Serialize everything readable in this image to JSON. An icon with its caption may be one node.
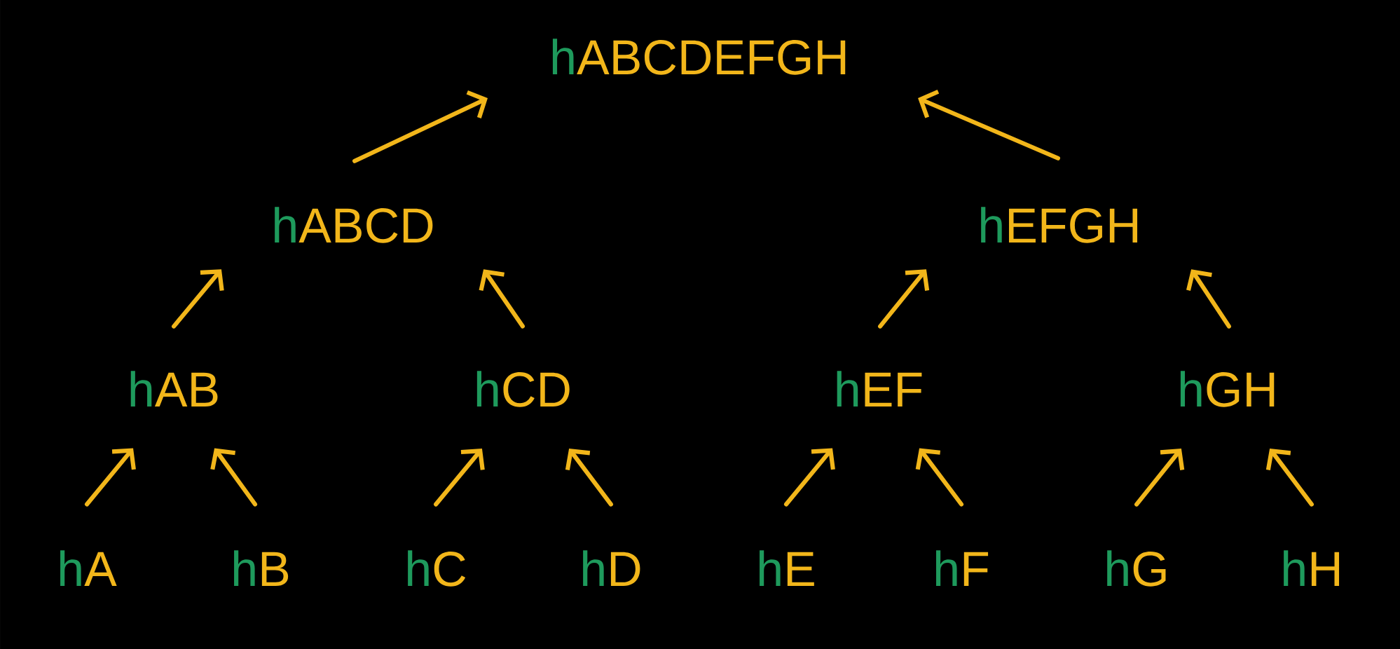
{
  "diagram": {
    "nodes": [
      {
        "text": [
          "hABCDEFGH"
        ]
      },
      {
        "text": [
          "hABCD"
        ]
      },
      {
        "text": [
          "hEFGH"
        ]
      },
      {
        "text": [
          "hAB"
        ]
      },
      {
        "text": [
          "hCD"
        ]
      },
      {
        "text": [
          "hEF"
        ]
      },
      {
        "text": [
          "hGH"
        ]
      },
      {
        "text": [
          "hA"
        ]
      },
      {
        "text": [
          "hB"
        ]
      },
      {
        "text": [
          "hC"
        ]
      },
      {
        "text": [
          "hD"
        ]
      },
      {
        "text": [
          "hE"
        ]
      },
      {
        "text": [
          "hF"
        ]
      },
      {
        "text": [
          "hG"
        ]
      },
      {
        "text": [
          "hH"
        ]
      }
    ],
    "edges": [
      {
        "from": 1,
        "to": 0,
        "arrow": "to"
      },
      {
        "from": 2,
        "to": 0,
        "arrow": "to"
      },
      {
        "from": 3,
        "to": 1,
        "arrow": "to"
      },
      {
        "from": 4,
        "to": 1,
        "arrow": "to"
      },
      {
        "from": 5,
        "to": 2,
        "arrow": "to"
      },
      {
        "from": 6,
        "to": 2,
        "arrow": "to"
      },
      {
        "from": 7,
        "to": 3,
        "arrow": "to"
      },
      {
        "from": 8,
        "to": 3,
        "arrow": "to"
      },
      {
        "from": 9,
        "to": 4,
        "arrow": "to"
      },
      {
        "from": 10,
        "to": 4,
        "arrow": "to"
      },
      {
        "from": 11,
        "to": 5,
        "arrow": "to"
      },
      {
        "from": 12,
        "to": 5,
        "arrow": "to"
      },
      {
        "from": 13,
        "to": 6,
        "arrow": "to"
      },
      {
        "from": 14,
        "to": 6,
        "arrow": "to"
      }
    ]
  }
}
